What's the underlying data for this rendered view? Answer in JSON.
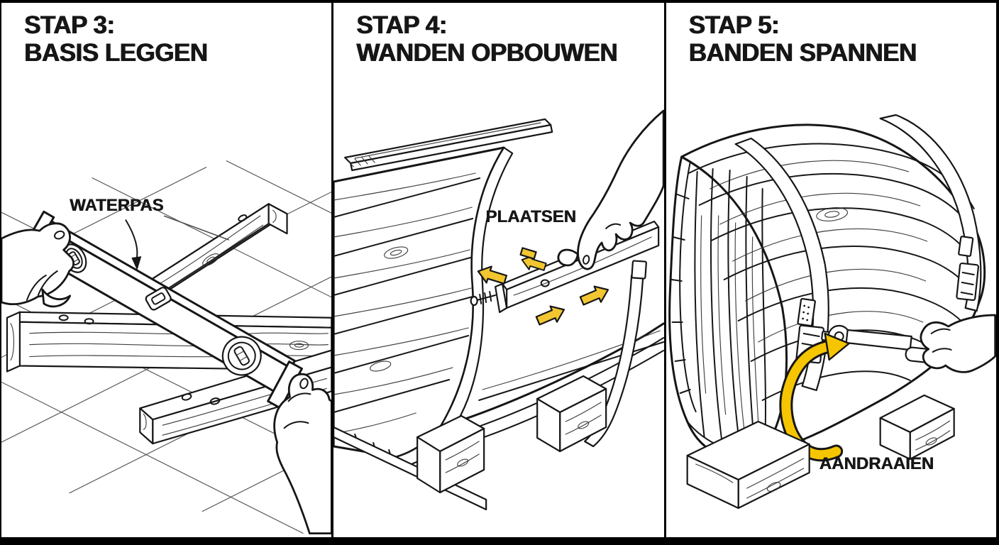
{
  "page": {
    "background": "#ffffff",
    "frame_color": "#000000",
    "language": "nl"
  },
  "colors": {
    "line": "#161616",
    "grain": "#2b2b2b",
    "grid": "#4e4e4e",
    "accent_yellow": "#F2C630",
    "arrow_yellow": "#F5C500"
  },
  "panels": [
    {
      "id": "stap-3",
      "title_line1": "STAP 3:",
      "title_line2": "BASIS LEGGEN",
      "callout": "WATERPAS",
      "illustration": "spirit level placed diagonally across wooden foundation beams on a grid floor, held by two hands"
    },
    {
      "id": "stap-4",
      "title_line1": "STAP 4:",
      "title_line2": "WANDEN OPBOUWEN",
      "callout": "PLAATSEN",
      "illustration": "hand sliding a wall stave into the half-built barrel sauna wall, yellow arrows showing slide direction, barrel resting on wooden supports"
    },
    {
      "id": "stap-5",
      "title_line1": "STAP 5:",
      "title_line2": "BANDEN SPANNEN",
      "callout": "AANDRAAIEN",
      "illustration": "hand with wrench tightening the metal tension bands of the assembled barrel, yellow curved arrow showing turning direction"
    }
  ]
}
